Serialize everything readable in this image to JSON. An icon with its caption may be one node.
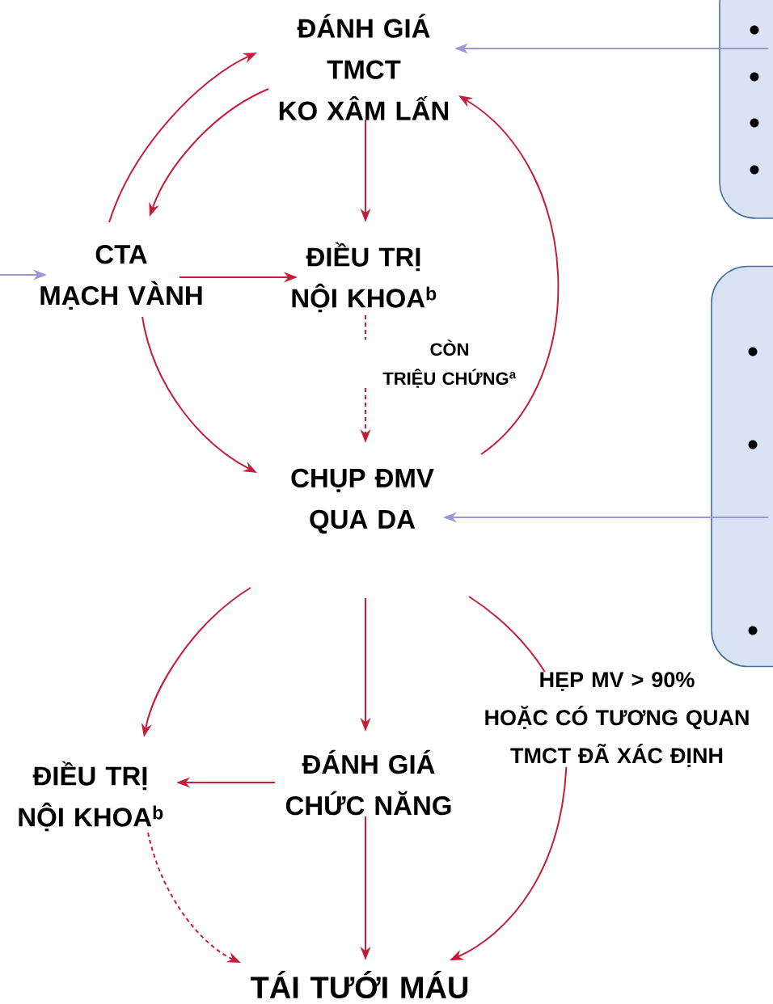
{
  "diagram": {
    "nodes": [
      {
        "text": [
          "ĐÁNH GIÁ TMCT KO XÂM LẤN"
        ]
      },
      {
        "text": [
          "CTA MẠCH VÀNH"
        ]
      },
      {
        "text": [
          "ĐIỀU TRỊ NỘI KHOA$^{b}$"
        ]
      },
      {
        "text": [
          "CHỤP ĐMV QUA DA"
        ]
      },
      {
        "text": [
          "ĐIỀU TRỊ NỘI KHOA$^{b}$"
        ]
      },
      {
        "text": [
          "ĐÁNH GIÁ CHỨC NĂNG"
        ]
      },
      {
        "text": [
          "TÁI TƯỚI MÁU"
        ]
      },
      {
        "text": [],
        "shape": "box"
      },
      {
        "text": [],
        "shape": "box"
      }
    ],
    "edges": [
      {
        "from": 1,
        "to": 0,
        "arrow": "to"
      },
      {
        "from": 0,
        "to": 1,
        "arrow": "to"
      },
      {
        "from": 0,
        "to": 2,
        "arrow": "to"
      },
      {
        "from": 1,
        "to": 2,
        "arrow": "to"
      },
      {
        "from": 2,
        "to": 3,
        "arrow": "to",
        "style": "dashed",
        "label": "CÒN TRIỆU CHỨNG$^{a}$"
      },
      {
        "from": 1,
        "to": 3,
        "arrow": "to"
      },
      {
        "from": 3,
        "to": 0,
        "arrow": "to"
      },
      {
        "from": 7,
        "to": 0,
        "arrow": "to",
        "color": "#9b97d3"
      },
      {
        "from": 8,
        "to": 3,
        "arrow": "to",
        "color": "#9b97d3"
      },
      {
        "from": null,
        "to": 1,
        "arrow": "to",
        "color": "#9b97d3"
      },
      {
        "from": 3,
        "to": 4,
        "arrow": "to"
      },
      {
        "from": 3,
        "to": 5,
        "arrow": "to"
      },
      {
        "from": 3,
        "to": 6,
        "arrow": "to",
        "label": "HẸP MV > 90% HOẶC CÓ TƯƠNG QUAN TMCT ĐÃ XÁC ĐỊNH"
      },
      {
        "from": 5,
        "to": 4,
        "arrow": "to"
      },
      {
        "from": 5,
        "to": 6,
        "arrow": "to"
      },
      {
        "from": 4,
        "to": 6,
        "arrow": "to",
        "style": "dashed"
      }
    ]
  }
}
